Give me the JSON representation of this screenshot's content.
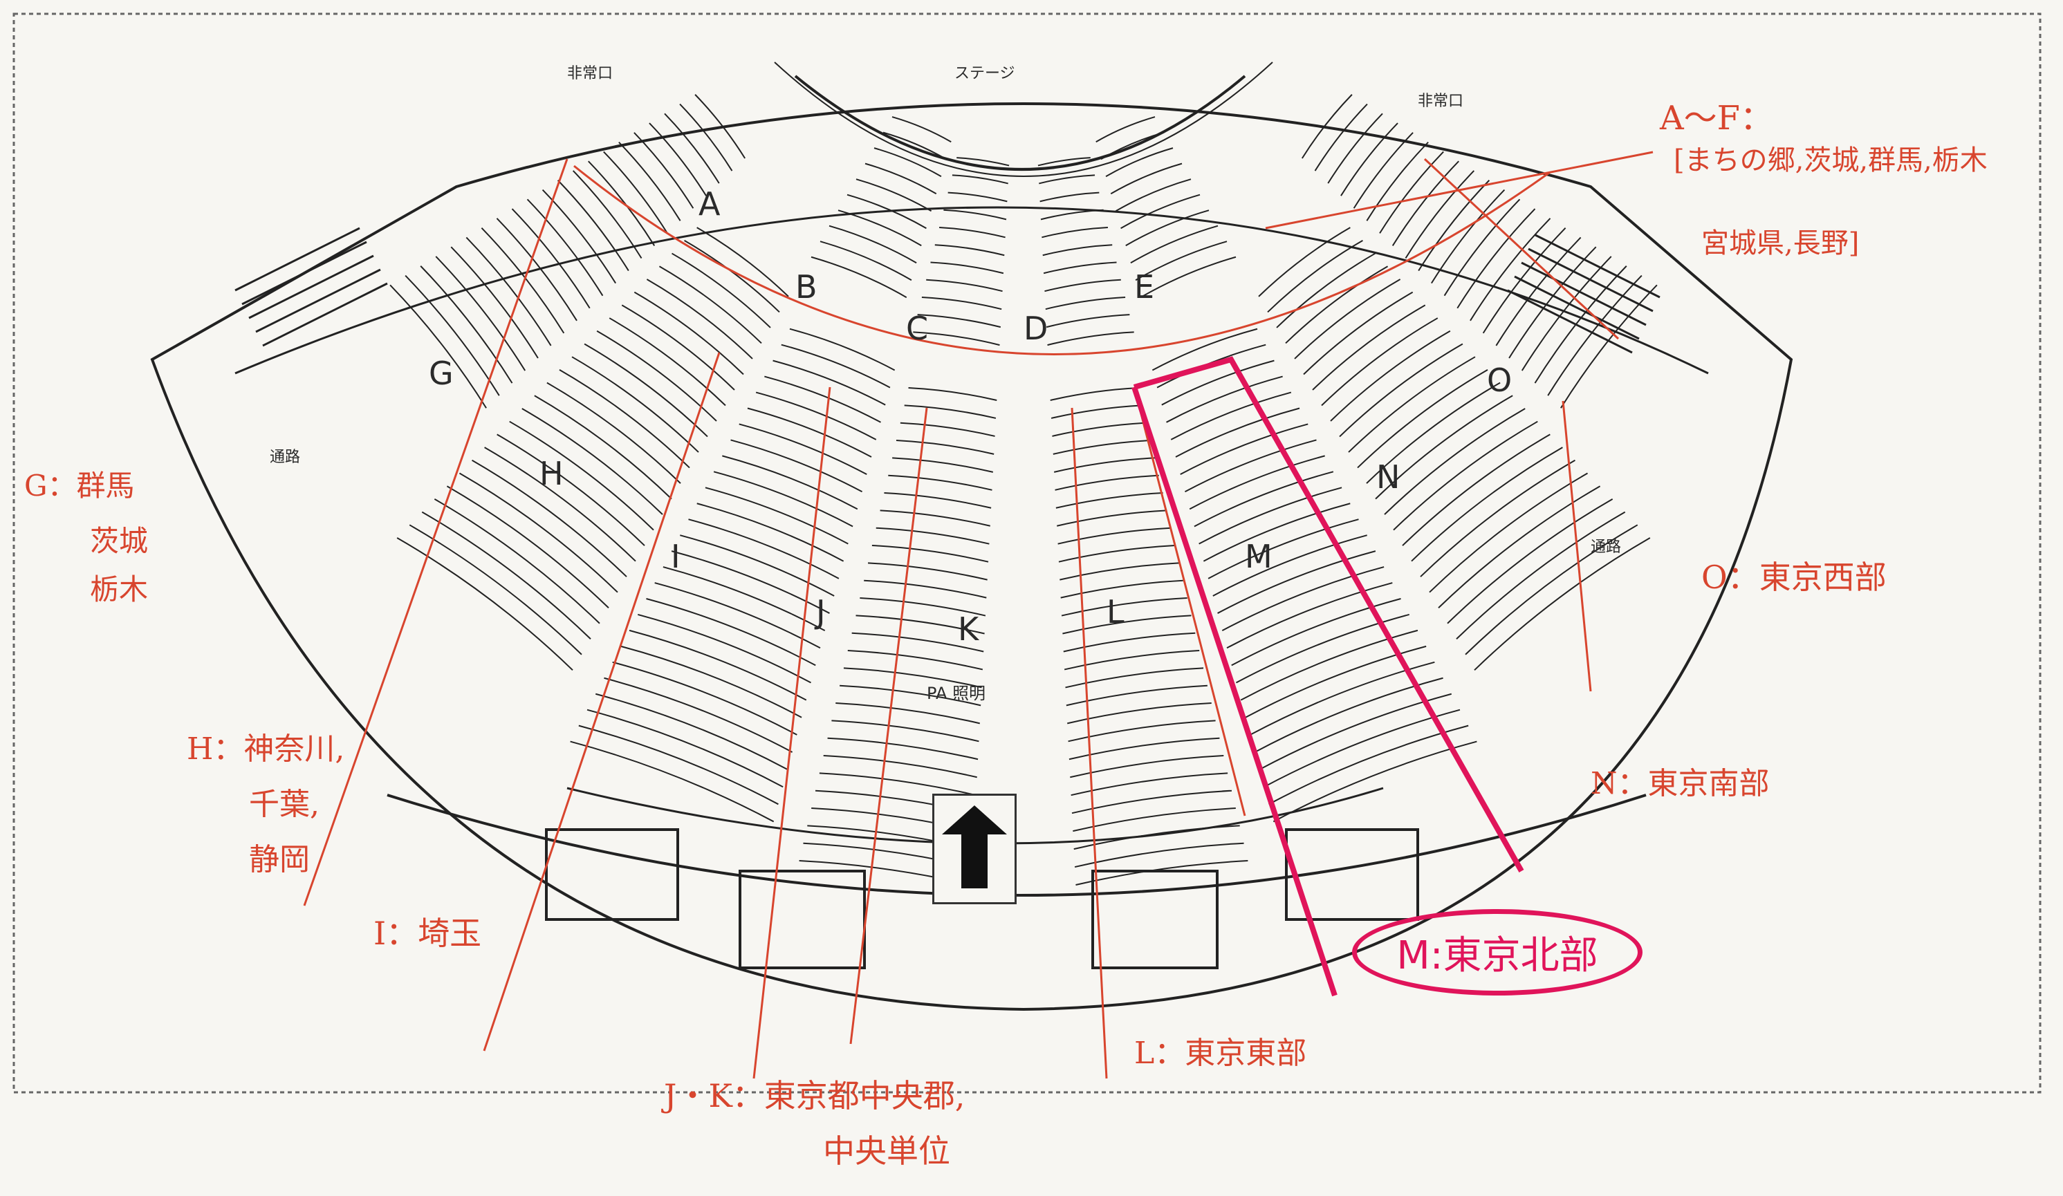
{
  "venue": {
    "stage_label": "ステージ",
    "exit_left": "非常口",
    "exit_right": "非常口",
    "passage_left": "通路",
    "passage_right": "通路"
  },
  "sections": [
    "A",
    "B",
    "C",
    "D",
    "E",
    "G",
    "H",
    "I",
    "J",
    "K",
    "L",
    "M",
    "N",
    "O"
  ],
  "pa_booth": "PA 照明",
  "annotations": {
    "a_to_f": "A～F：",
    "a_to_f_detail_1": "[まちの郷,茨城,群馬,栃木",
    "a_to_f_detail_2": "宮城県,長野]",
    "g": "G：群馬",
    "g_2": "茨城",
    "g_3": "栃木",
    "h": "H：神奈川,",
    "h_2": "千葉,",
    "h_3": "静岡",
    "i": "I：埼玉",
    "jk": "J・K：東京都中央郡,",
    "jk_2": "中央単位",
    "l": "L：東京東部",
    "m": "M:東京北部",
    "n": "N：東京南部",
    "o": "O：東京西部"
  },
  "colors": {
    "annotation_red": "#d8452e",
    "highlight_magenta": "#e0145a",
    "ink": "#2a2a2a"
  }
}
